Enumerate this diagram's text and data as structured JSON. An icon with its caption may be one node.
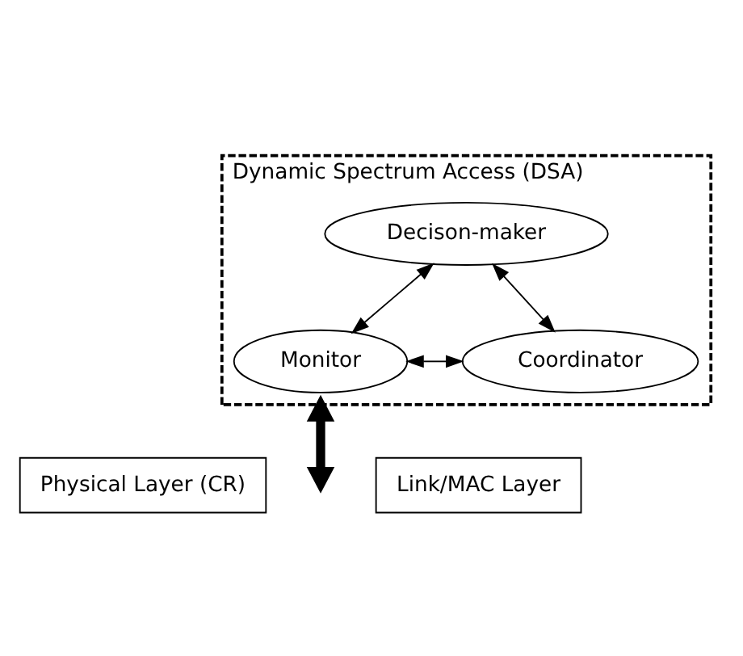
{
  "diagram": {
    "nodes": [
      {
        "text": [
          "Dynamic Spectrum Access (DSA)"
        ]
      },
      {
        "text": [
          "Decison-maker"
        ],
        "in": 0
      },
      {
        "text": [
          "Monitor"
        ],
        "in": 0
      },
      {
        "text": [
          "Coordinator"
        ],
        "in": 0
      },
      {
        "text": [
          "Physical Layer (CR)"
        ]
      },
      {
        "text": [
          "Link/MAC Layer"
        ]
      }
    ],
    "edges": [
      {
        "from": 1,
        "to": 2,
        "arrow": "both"
      },
      {
        "from": 1,
        "to": 3,
        "arrow": "both"
      },
      {
        "from": 2,
        "to": 3,
        "arrow": "both"
      },
      {
        "from": 0,
        "to": null,
        "arrow": "both",
        "style": "thick"
      }
    ]
  }
}
